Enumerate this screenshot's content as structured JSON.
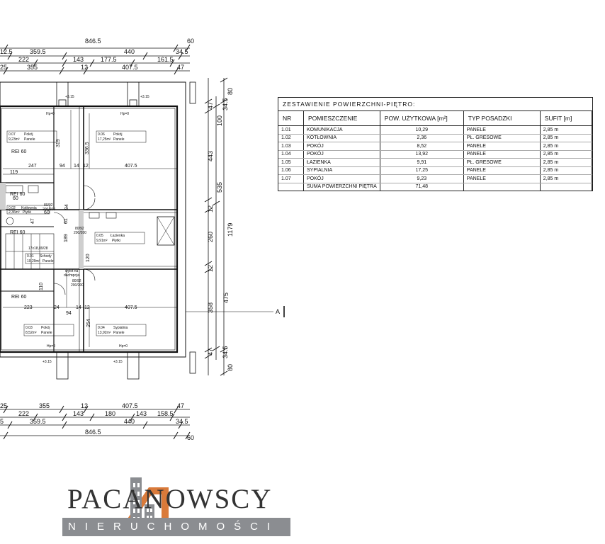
{
  "top_dims": {
    "row1": [
      "846.5",
      "60"
    ],
    "row2": [
      "12.5",
      "359.5",
      "440",
      "34.5"
    ],
    "row3": [
      "222",
      "143",
      "177.5",
      "161.5"
    ],
    "row4": [
      "25",
      "355",
      "12",
      "407.5",
      "47"
    ]
  },
  "bottom_dims": {
    "row1": [
      "25",
      "222",
      "355",
      "12",
      "407.5",
      "47"
    ],
    "row2": [
      "143",
      "180",
      "143",
      "158.5"
    ],
    "row3": [
      "5",
      "359.5",
      "440",
      "34.5"
    ],
    "row4": [
      "846.5",
      "60"
    ]
  },
  "right_dims": {
    "outer": [
      "80",
      "47",
      "34.5",
      "100",
      "443",
      "12",
      "260",
      "12",
      "475",
      "47",
      "34.5",
      "80"
    ],
    "mid": [
      "535",
      "358"
    ],
    "total": "1179"
  },
  "plan_labels": {
    "level_marks": [
      "+3.15",
      "+3.15",
      "+3.15",
      "+3.15"
    ],
    "hp": [
      "Hp=0",
      "Hp=0",
      "Hp=0",
      "Hp=0"
    ],
    "rooms": [
      {
        "nr": "0.07",
        "name": "Pokój",
        "area": "9,23m²",
        "floor": "Panele"
      },
      {
        "nr": "0.06",
        "name": "Pokój",
        "area": "17,25m²",
        "floor": "Panele"
      },
      {
        "nr": "0.02",
        "name": "Kotłownia",
        "area": "2,36m²",
        "floor": "Płytki"
      },
      {
        "nr": "0.05",
        "name": "Łazienka",
        "area": "9,91m²",
        "floor": "Płytki"
      },
      {
        "nr": "0.01",
        "name": "Schody",
        "area": "10,29m²",
        "floor": "Panele"
      },
      {
        "nr": "0.03",
        "name": "Pokój",
        "area": "8,52m²",
        "floor": "Panele"
      },
      {
        "nr": "0.04",
        "name": "Sypialnia",
        "area": "13,92m²",
        "floor": "Panele"
      }
    ],
    "inner_dims": [
      "247",
      "119",
      "94",
      "14",
      "12",
      "407.5",
      "336.5",
      "319",
      "223",
      "24",
      "94",
      "14",
      "12",
      "407.5",
      "254",
      "189",
      "110",
      "120",
      "94",
      "61",
      "60",
      "47",
      "60"
    ],
    "rei": [
      "REI 60",
      "REI 60",
      "REI 60",
      "REI 60"
    ],
    "doors": [
      "80/92",
      "200/200",
      "80/92",
      "200/200",
      "80/92",
      "200/200",
      "17x18,89/28"
    ],
    "flue": [
      "wylot na",
      "dach",
      "opcja"
    ],
    "section": "A"
  },
  "schedule": {
    "title": "ZESTAWIENIE POWIERZCHNI-PIĘTRO:",
    "headers": [
      "NR",
      "POMIESZCZENIE",
      "POW. UŻYTKOWA [m²]",
      "TYP POSADZKI",
      "SUFIT [m]"
    ],
    "rows": [
      [
        "1.01",
        "KOMUNIKACJA",
        "10,29",
        "PANELE",
        "2,85 m"
      ],
      [
        "1.02",
        "KOTŁOWNIA",
        "2,36",
        "PŁ. GRESOWE",
        "2,85 m"
      ],
      [
        "1.03",
        "POKÓJ",
        "8,52",
        "PANELE",
        "2,85 m"
      ],
      [
        "1.04",
        "POKÓJ",
        "13,92",
        "PANELE",
        "2,85 m"
      ],
      [
        "1.05",
        "ŁAZIENKA",
        "9,91",
        "PŁ. GRESOWE",
        "2,85 m"
      ],
      [
        "1.06",
        "SYPIALNIA",
        "17,25",
        "PANELE",
        "2,85 m"
      ],
      [
        "1.07",
        "POKÓJ",
        "9,23",
        "PANELE",
        "2,85 m"
      ]
    ],
    "sum_label": "SUMA POWIERZCHNI PIĘTRA",
    "sum_value": "71,48"
  },
  "logo": {
    "brand": "PACANOWSCY",
    "sub": "NIERUCHOMOŚCI",
    "accent": "#d97a3a",
    "gray": "#8b8d91"
  }
}
